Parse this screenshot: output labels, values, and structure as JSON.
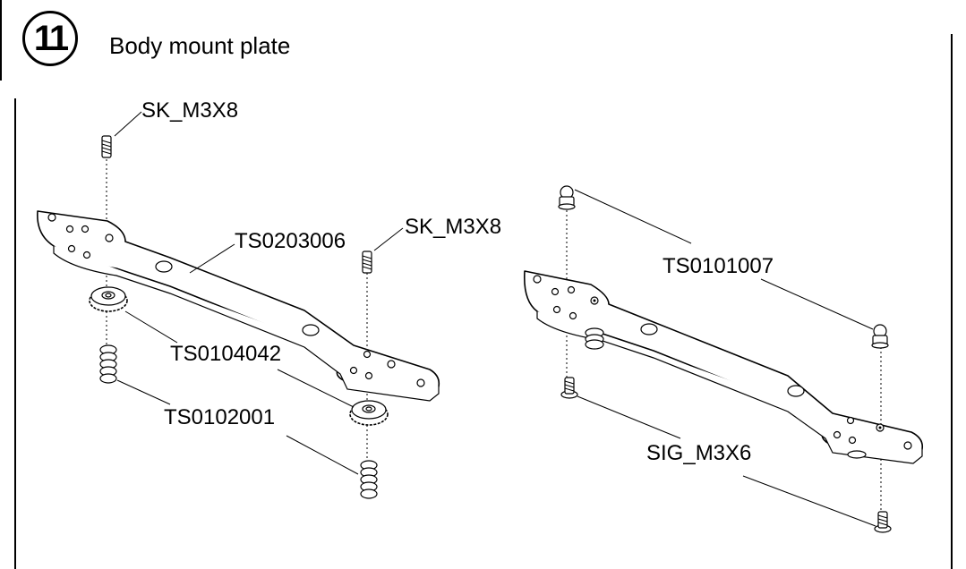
{
  "step": {
    "number": "11",
    "title": "Body mount plate"
  },
  "labels": {
    "sk_m3x8_top": "SK_M3X8",
    "ts0203006": "TS0203006",
    "sk_m3x8_mid": "SK_M3X8",
    "ts0104042": "TS0104042",
    "ts0102001": "TS0102001",
    "ts0101007": "TS0101007",
    "sig_m3x6": "SIG_M3X6"
  }
}
